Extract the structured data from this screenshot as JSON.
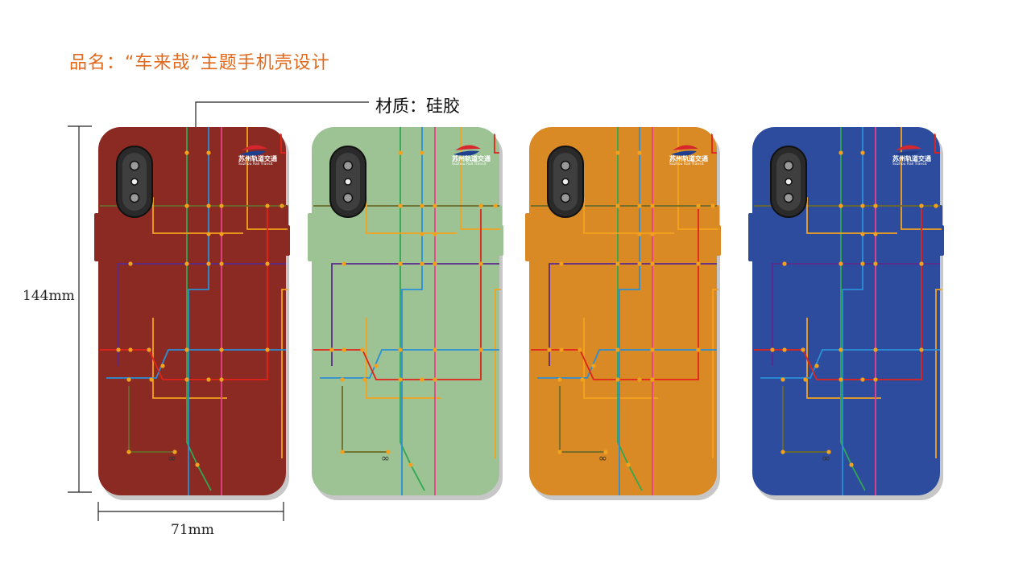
{
  "title": "品名：“车来哉”主题手机壳设计",
  "material": "材质：硅胶",
  "dimensions": {
    "height": "144mm",
    "width": "71mm"
  },
  "logo": {
    "name": "苏州轨道交通",
    "sub": "Suzhou Rail Transit"
  },
  "infinity_glyph": "∞",
  "variants": [
    {
      "color": "#8b2a23"
    },
    {
      "color": "#9dc394"
    },
    {
      "color": "#d98a25"
    },
    {
      "color": "#2e4c9e"
    }
  ],
  "line_colors": {
    "red": "#e2231a",
    "orange": "#f4a21d",
    "green": "#2fa84f",
    "blue": "#2a8fd6",
    "purple": "#5b2a8c",
    "pink": "#e8418c",
    "olive": "#6b6b2a"
  }
}
